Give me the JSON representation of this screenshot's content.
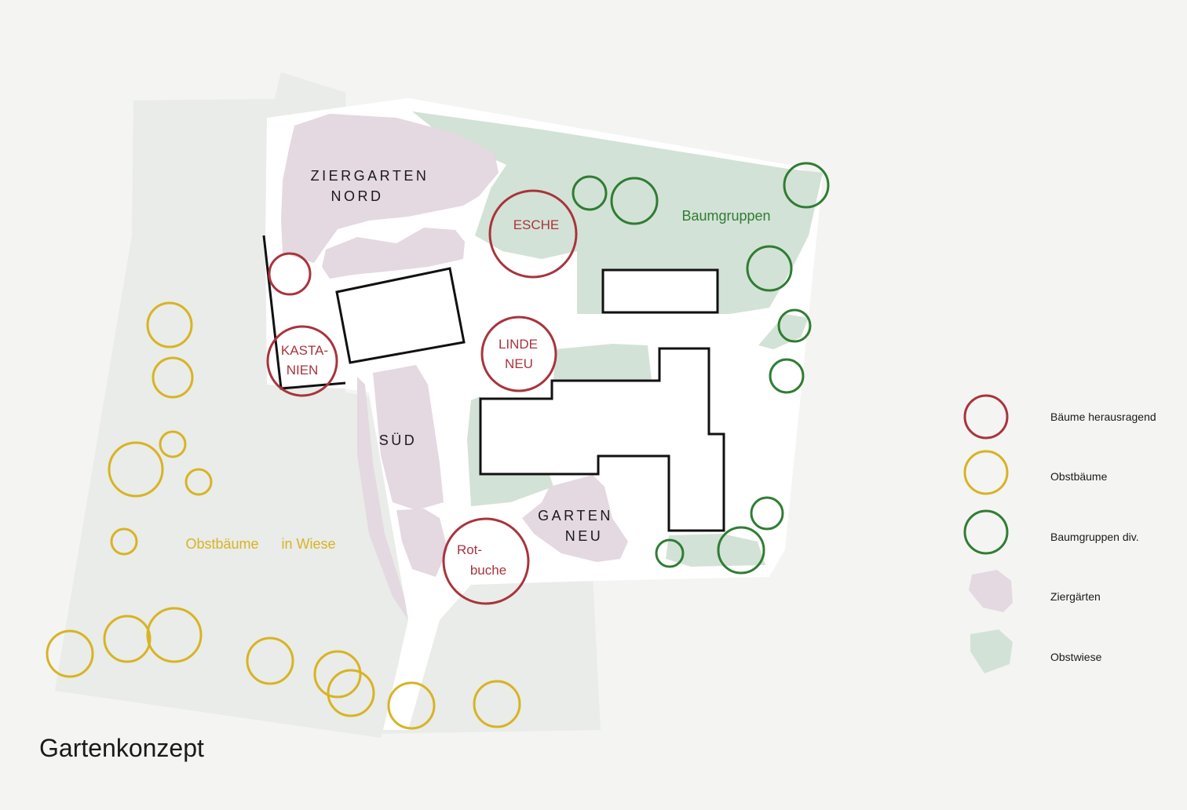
{
  "title": "Gartenkonzept",
  "colors": {
    "background": "#f4f4f3",
    "meadow": "#e9ece8",
    "path": "#ffffff",
    "ornamental": "#e4d8e1",
    "orchard": "#d3e2d6",
    "tree_prominent": "#a8343c",
    "tree_fruit": "#d8b324",
    "tree_group": "#2f7d33",
    "building": "#111111",
    "text_dark": "#1a1a1a"
  },
  "labels": {
    "ziergarten_nord_1": "ZIERGARTEN",
    "ziergarten_nord_2": "NORD",
    "sued": "SÜD",
    "garten_neu_1": "GARTEN",
    "garten_neu_2": "NEU",
    "esche": "ESCHE",
    "kastanien_1": "KASTA-",
    "kastanien_2": "NIEN",
    "linde_1": "LINDE",
    "linde_2": "NEU",
    "rotbuche_1": "Rot-",
    "rotbuche_2": "buche",
    "baumgruppen": "Baumgruppen",
    "obstbaeume": "Obstbäume",
    "in_wiese": "in Wiese"
  },
  "legend": [
    {
      "label": "Bäume herausragend",
      "symbol": "ring",
      "color": "#a8343c"
    },
    {
      "label": "Obstbäume",
      "symbol": "ring",
      "color": "#d8b324"
    },
    {
      "label": "Baumgruppen div.",
      "symbol": "ring",
      "color": "#2f7d33"
    },
    {
      "label": "Ziergärten",
      "symbol": "blob",
      "color": "#e4d8e1"
    },
    {
      "label": "Obstwiese",
      "symbol": "blob",
      "color": "#d3e2d6"
    }
  ]
}
